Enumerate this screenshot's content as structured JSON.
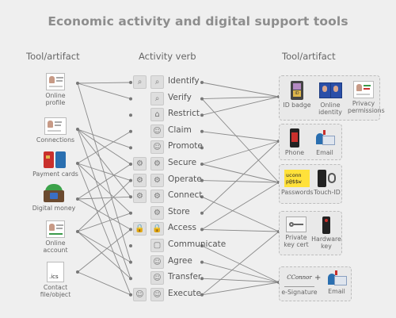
{
  "title": "Economic activity and digital support tools",
  "columns": {
    "left": "Tool/artifact",
    "middle": "Activity verb",
    "right": "Tool/artifact"
  },
  "left_items": [
    {
      "label": "Online profile",
      "icon": "online-profile-icon"
    },
    {
      "label": "Connections",
      "icon": "connections-icon"
    },
    {
      "label": "Payment cards",
      "icon": "payment-cards-icon"
    },
    {
      "label": "Digital money",
      "icon": "digital-money-icon"
    },
    {
      "label": "Online account",
      "icon": "online-account-icon"
    },
    {
      "label": "Contact file/object",
      "icon": "ics-file-icon",
      "badge": ".ics"
    }
  ],
  "verbs": [
    "Identify",
    "Verify",
    "Restrict",
    "Claim",
    "Promote",
    "Secure",
    "Operate",
    "Connect",
    "Store",
    "Access",
    "Communicate",
    "Agree",
    "Transfer",
    "Execute"
  ],
  "right_groups": [
    {
      "items": [
        {
          "label": "ID badge",
          "icon": "id-badge-icon",
          "badge": "ID"
        },
        {
          "label": "Online identity",
          "icon": "online-identity-icon"
        },
        {
          "label": "Privacy permissions",
          "icon": "privacy-permissions-icon"
        }
      ]
    },
    {
      "items": [
        {
          "label": "Phone",
          "icon": "phone-icon"
        },
        {
          "label": "Email",
          "icon": "email-icon"
        }
      ]
    },
    {
      "items": [
        {
          "label": "Passwords",
          "icon": "passwords-icon",
          "badge": "uconn p@$$w"
        },
        {
          "label": "Touch-ID",
          "icon": "touch-id-icon"
        }
      ]
    },
    {
      "items": [
        {
          "label": "Private key cert",
          "icon": "private-key-icon"
        },
        {
          "label": "Hardware key",
          "icon": "hardware-key-icon"
        }
      ]
    },
    {
      "items": [
        {
          "label": "e-Signature",
          "icon": "e-signature-icon",
          "badge": "CConnor"
        },
        {
          "label": "Email",
          "icon": "email-icon"
        }
      ]
    }
  ],
  "links_left": [
    [
      0,
      0
    ],
    [
      0,
      1
    ],
    [
      1,
      4
    ],
    [
      1,
      7
    ],
    [
      1,
      12
    ],
    [
      2,
      3
    ],
    [
      2,
      6
    ],
    [
      2,
      8
    ],
    [
      2,
      13
    ],
    [
      3,
      5
    ],
    [
      3,
      9
    ],
    [
      3,
      7
    ],
    [
      4,
      6
    ],
    [
      4,
      8
    ],
    [
      4,
      11
    ],
    [
      4,
      12
    ],
    [
      5,
      9
    ],
    [
      5,
      13
    ],
    [
      0,
      11
    ],
    [
      1,
      5
    ]
  ],
  "links_right": [
    [
      0,
      0
    ],
    [
      1,
      0
    ],
    [
      2,
      0
    ],
    [
      3,
      1
    ],
    [
      1,
      2
    ],
    [
      5,
      1
    ],
    [
      5,
      2
    ],
    [
      6,
      2
    ],
    [
      7,
      3
    ],
    [
      8,
      1
    ],
    [
      9,
      2
    ],
    [
      9,
      3
    ],
    [
      10,
      4
    ],
    [
      11,
      4
    ],
    [
      12,
      4
    ],
    [
      13,
      4
    ],
    [
      13,
      3
    ]
  ],
  "colors": {
    "line": "#8a8a8a",
    "dot": "#777777",
    "background": "#efefef"
  }
}
